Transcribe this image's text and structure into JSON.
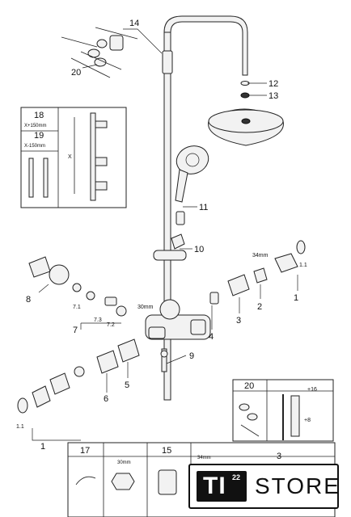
{
  "callouts": {
    "c1": "1",
    "c1b": "1",
    "c2": "2",
    "c3": "3",
    "c4": "4",
    "c5": "5",
    "c6": "6",
    "c7": "7",
    "c8": "8",
    "c9": "9",
    "c10": "10",
    "c11": "11",
    "c12": "12",
    "c13": "13",
    "c14": "14",
    "c20": "20"
  },
  "subcallouts": {
    "s71": "7.1",
    "s72": "7.2",
    "s73": "7.3",
    "s11a": "1.1",
    "s11b": "1.1"
  },
  "dimensions": {
    "d34_top": "34mm",
    "d30": "30mm"
  },
  "inset_height": {
    "n18": "18",
    "t18": "X+150mm",
    "n19": "19",
    "t19": "X-150mm",
    "x": "X"
  },
  "inset_20": {
    "n20": "20",
    "p16": "+16",
    "p8": "+8"
  },
  "tools": {
    "n17": "17",
    "n15": "15",
    "d30": "30mm",
    "d34": "34mm",
    "n3": "3"
  },
  "brand": {
    "mark": "TI",
    "num": "22",
    "word": "STORE"
  }
}
